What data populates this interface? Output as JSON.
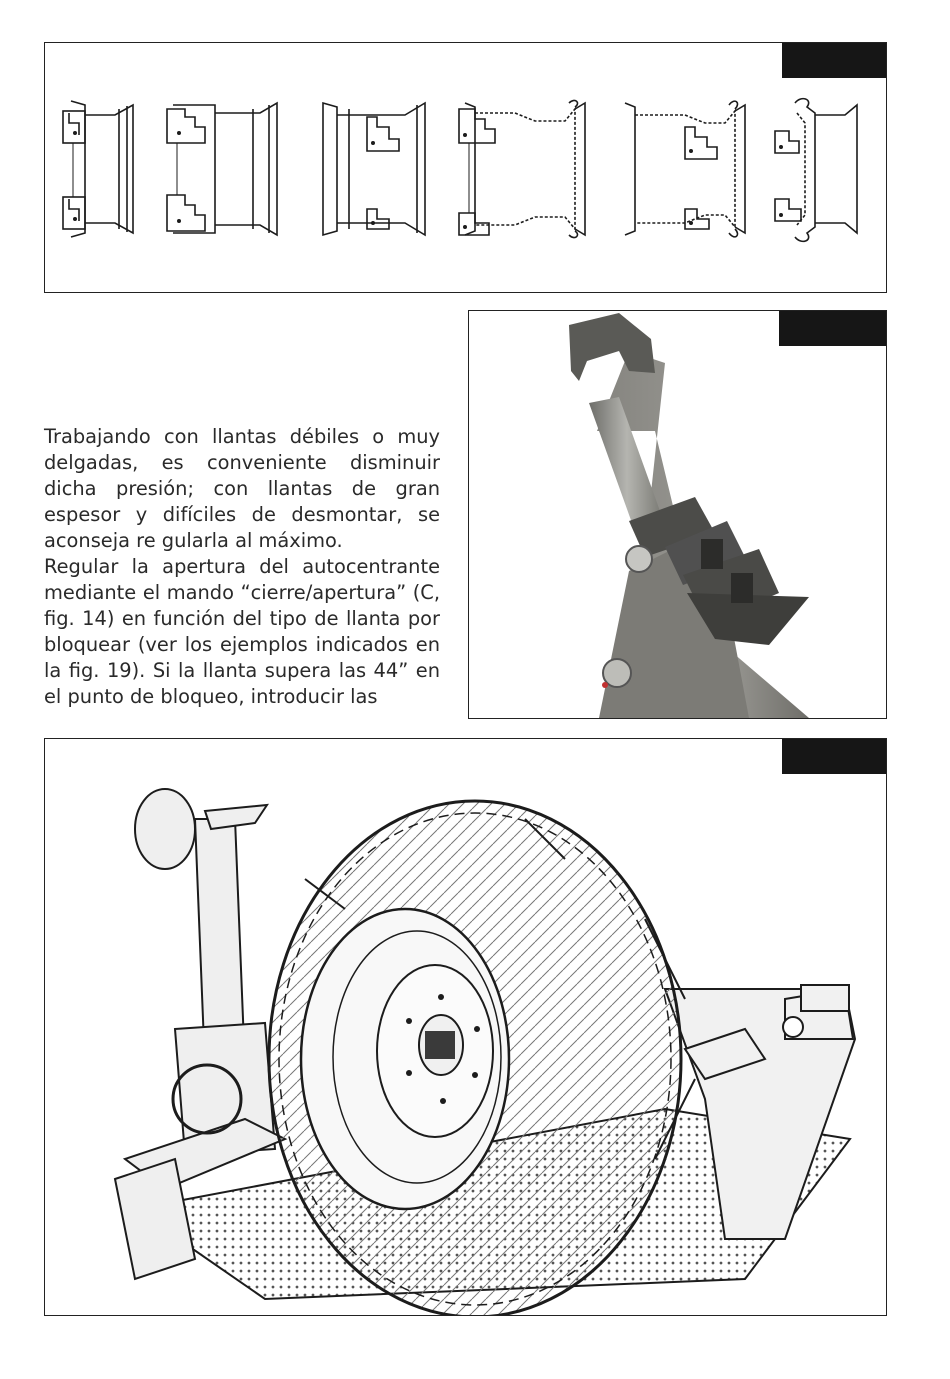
{
  "figures": {
    "rim_profiles": {
      "tag": "",
      "count": 6
    },
    "clamp_jaws": {
      "tag": ""
    },
    "tyre_on_machine": {
      "tag": ""
    }
  },
  "body": {
    "paragraph_1": "Trabajando con llantas débiles o muy delgadas, es conveniente disminuir dicha presión; con llantas de gran espesor y difíciles de desmontar, se aconseja re gularla al máximo.",
    "paragraph_2": "Regular la apertura del autocentrante mediante el mando “cierre/apertura” (C, fig. 14) en función del tipo de llanta por bloquear (ver los ejemplos indicados en la fig. 19). Si la llanta supera las 44” en el punto de bloqueo, introducir las"
  },
  "colors": {
    "tag_fill": "#161616",
    "line_art": "#1c1c1c",
    "photo_metal": "#8a8a86"
  }
}
